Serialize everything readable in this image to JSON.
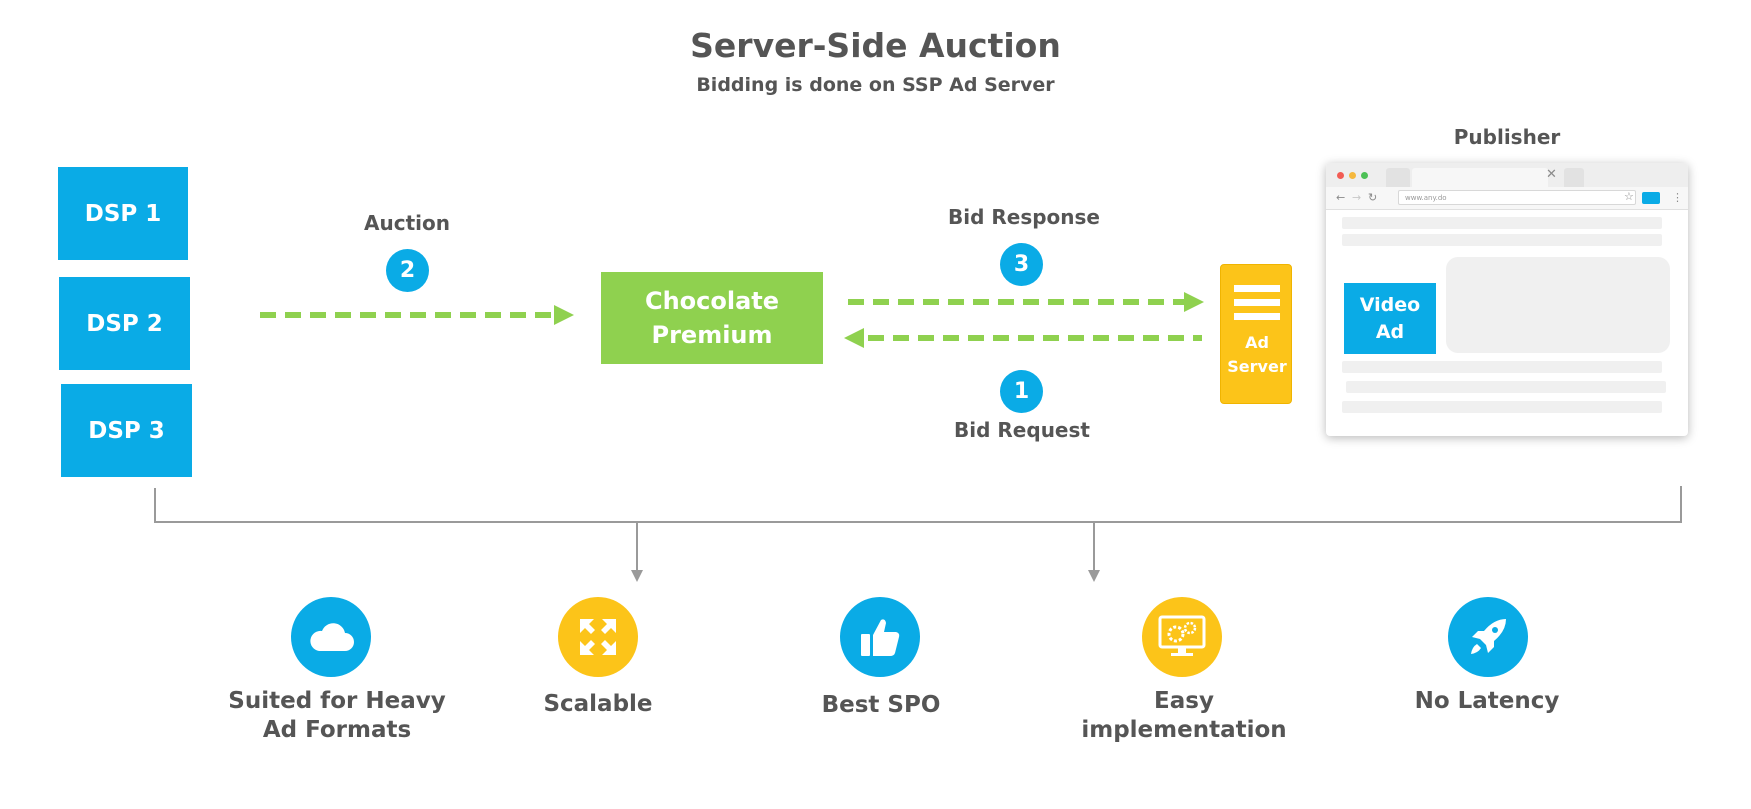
{
  "header": {
    "title": "Server-Side Auction",
    "subtitle": "Bidding is done on SSP Ad Server"
  },
  "dsps": [
    "DSP 1",
    "DSP 2",
    "DSP 3"
  ],
  "auction": {
    "label": "Auction",
    "step": "2"
  },
  "ssp": {
    "line1": "Chocolate",
    "line2": "Premium"
  },
  "bid_response": {
    "label": "Bid Response",
    "step": "3"
  },
  "bid_request": {
    "label": "Bid Request",
    "step": "1"
  },
  "ad_server": {
    "line1": "Ad",
    "line2": "Server"
  },
  "publisher": {
    "label": "Publisher",
    "url": "www.any.do",
    "video_ad_line1": "Video",
    "video_ad_line2": "Ad"
  },
  "features": [
    {
      "icon": "cloud-icon",
      "line1": "Suited for Heavy",
      "line2": "Ad Formats"
    },
    {
      "icon": "expand-arrows-icon",
      "line1": "Scalable",
      "line2": ""
    },
    {
      "icon": "thumbs-up-icon",
      "line1": "Best SPO",
      "line2": ""
    },
    {
      "icon": "monitor-gear-icon",
      "line1": "Easy",
      "line2": "implementation"
    },
    {
      "icon": "rocket-icon",
      "line1": "No Latency",
      "line2": ""
    }
  ],
  "colors": {
    "blue": "#0aabe6",
    "green": "#8fd14f",
    "yellow": "#fcc419",
    "text": "#555555",
    "connector": "#9a9a9a"
  }
}
